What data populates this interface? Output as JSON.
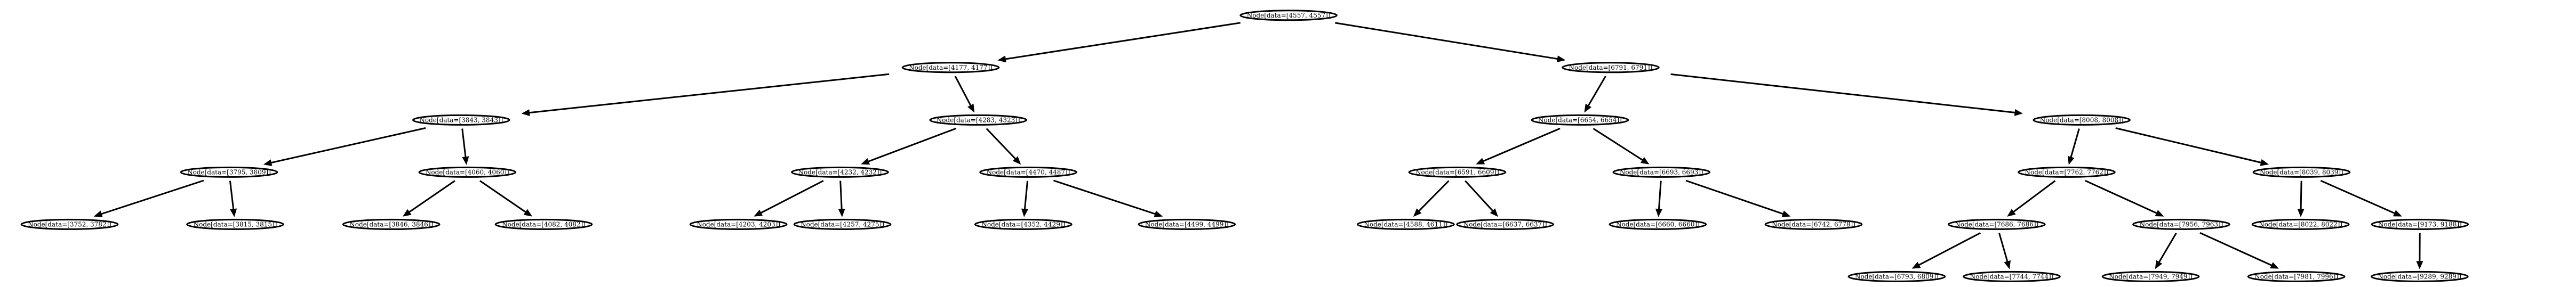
{
  "diagram": {
    "type": "binary-tree",
    "colors": {
      "stroke": "#000000",
      "fill": "#ffffff",
      "text": "#000000"
    },
    "nodes": [
      {
        "id": "n4557",
        "label": "Node[data=[4557, 4557]]"
      },
      {
        "id": "n4177",
        "label": "Node[data=[4177, 4177]]"
      },
      {
        "id": "n6791",
        "label": "Node[data=[6791, 6791]]"
      },
      {
        "id": "n3843",
        "label": "Node[data=[3843, 3843]]"
      },
      {
        "id": "n4283",
        "label": "Node[data=[4283, 4323]]"
      },
      {
        "id": "n6654",
        "label": "Node[data=[6654, 6654]]"
      },
      {
        "id": "n8008",
        "label": "Node[data=[8008, 8008]]"
      },
      {
        "id": "n3795",
        "label": "Node[data=[3795, 3809]]"
      },
      {
        "id": "n4060",
        "label": "Node[data=[4060, 4060]]"
      },
      {
        "id": "n4232",
        "label": "Node[data=[4232, 4232]]"
      },
      {
        "id": "n4470",
        "label": "Node[data=[4470, 4487]]"
      },
      {
        "id": "n6591",
        "label": "Node[data=[6591, 6609]]"
      },
      {
        "id": "n6693",
        "label": "Node[data=[6693, 6693]]"
      },
      {
        "id": "n7762",
        "label": "Node[data=[7762, 7762]]"
      },
      {
        "id": "n8039",
        "label": "Node[data=[8039, 8039]]"
      },
      {
        "id": "n3752",
        "label": "Node[data=[3752, 3782]]"
      },
      {
        "id": "n3815",
        "label": "Node[data=[3815, 3815]]"
      },
      {
        "id": "n3846",
        "label": "Node[data=[3846, 3846]]"
      },
      {
        "id": "n4082",
        "label": "Node[data=[4082, 4082]]"
      },
      {
        "id": "n4203",
        "label": "Node[data=[4203, 4203]]"
      },
      {
        "id": "n4257",
        "label": "Node[data=[4257, 4275]]"
      },
      {
        "id": "n4352",
        "label": "Node[data=[4352, 4429]]"
      },
      {
        "id": "n4499",
        "label": "Node[data=[4499, 4499]]"
      },
      {
        "id": "n4588",
        "label": "Node[data=[4588, 4611]]"
      },
      {
        "id": "n6637",
        "label": "Node[data=[6637, 6637]]"
      },
      {
        "id": "n6660",
        "label": "Node[data=[6660, 6660]]"
      },
      {
        "id": "n6742",
        "label": "Node[data=[6742, 6778]]"
      },
      {
        "id": "n7686",
        "label": "Node[data=[7686, 7686]]"
      },
      {
        "id": "n7956",
        "label": "Node[data=[7956, 7963]]"
      },
      {
        "id": "n8022",
        "label": "Node[data=[8022, 8022]]"
      },
      {
        "id": "n9173",
        "label": "Node[data=[9173, 9188]]"
      },
      {
        "id": "n6793",
        "label": "Node[data=[6793, 6809]]"
      },
      {
        "id": "n7744",
        "label": "Node[data=[7744, 7744]]"
      },
      {
        "id": "n7949",
        "label": "Node[data=[7949, 7949]]"
      },
      {
        "id": "n7981",
        "label": "Node[data=[7981, 7996]]"
      },
      {
        "id": "n9289",
        "label": "Node[data=[9289, 9289]]"
      }
    ],
    "edges": [
      [
        "n4557",
        "n4177"
      ],
      [
        "n4557",
        "n6791"
      ],
      [
        "n4177",
        "n3843"
      ],
      [
        "n4177",
        "n4283"
      ],
      [
        "n6791",
        "n6654"
      ],
      [
        "n6791",
        "n8008"
      ],
      [
        "n3843",
        "n3795"
      ],
      [
        "n3843",
        "n4060"
      ],
      [
        "n4283",
        "n4232"
      ],
      [
        "n4283",
        "n4470"
      ],
      [
        "n6654",
        "n6591"
      ],
      [
        "n6654",
        "n6693"
      ],
      [
        "n8008",
        "n7762"
      ],
      [
        "n8008",
        "n8039"
      ],
      [
        "n3795",
        "n3752"
      ],
      [
        "n3795",
        "n3815"
      ],
      [
        "n4060",
        "n3846"
      ],
      [
        "n4060",
        "n4082"
      ],
      [
        "n4232",
        "n4203"
      ],
      [
        "n4232",
        "n4257"
      ],
      [
        "n4470",
        "n4352"
      ],
      [
        "n4470",
        "n4499"
      ],
      [
        "n6591",
        "n4588"
      ],
      [
        "n6591",
        "n6637"
      ],
      [
        "n6693",
        "n6660"
      ],
      [
        "n6693",
        "n6742"
      ],
      [
        "n7762",
        "n7686"
      ],
      [
        "n7762",
        "n7956"
      ],
      [
        "n8039",
        "n8022"
      ],
      [
        "n8039",
        "n9173"
      ],
      [
        "n7686",
        "n6793"
      ],
      [
        "n7686",
        "n7744"
      ],
      [
        "n7956",
        "n7949"
      ],
      [
        "n7956",
        "n7981"
      ],
      [
        "n9173",
        "n9289"
      ]
    ]
  }
}
